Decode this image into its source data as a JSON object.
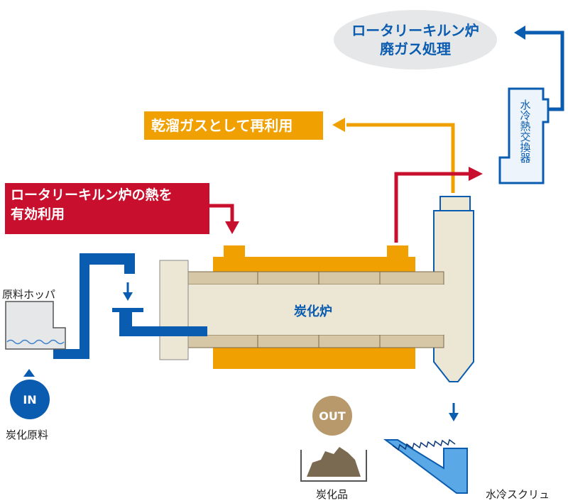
{
  "labels": {
    "exhaust_line1": "ロータリーキルン炉",
    "exhaust_line2": "廃ガス処理",
    "reuse": "乾溜ガスとして再利用",
    "heat_line1": "ロータリーキルン炉の熱を",
    "heat_line2": "有効利用",
    "hopper": "原料ホッパ",
    "kiln": "炭化炉",
    "heat_exchanger": "水冷熱交換器",
    "in": "IN",
    "raw_material": "炭化原料",
    "out": "OUT",
    "product": "炭化品",
    "screw": "水冷スクリュ"
  },
  "colors": {
    "blue": "#0a5cb0",
    "light_blue": "#5aa8e6",
    "orange": "#f0a000",
    "red": "#c8102e",
    "beige": "#ece6d4",
    "tan": "#d6c7a6",
    "gray_bubble": "#e6e7e8",
    "out_brown": "#b8996b"
  }
}
